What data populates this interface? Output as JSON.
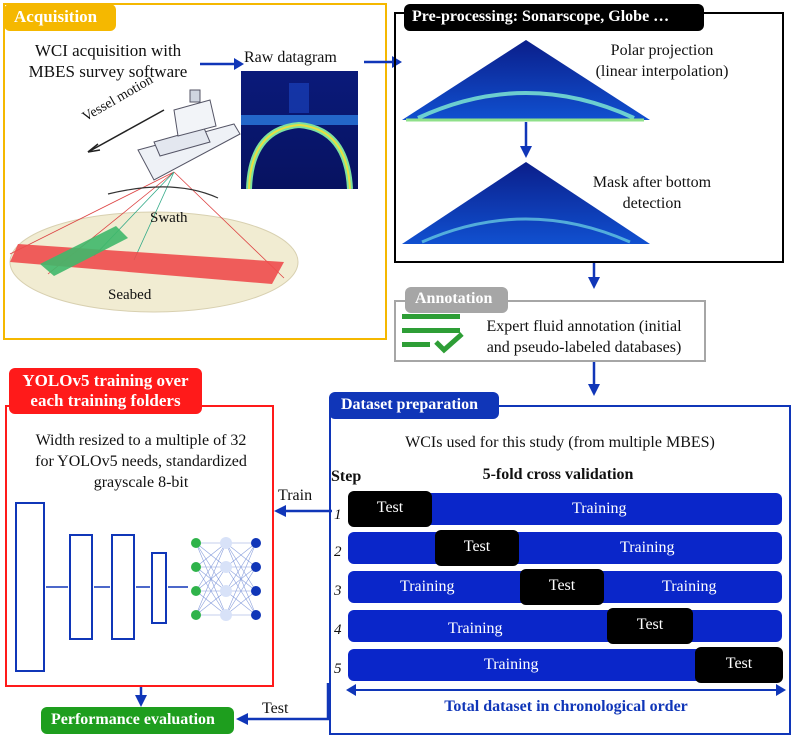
{
  "acquisition": {
    "header": "Acquisition",
    "description_line1": "WCI acquisition with",
    "description_line2": "MBES survey software",
    "raw_datagram_label": "Raw datagram",
    "vessel_motion_label": "Vessel motion",
    "swath_label": "Swath",
    "seabed_label": "Seabed"
  },
  "preprocessing": {
    "header": "Pre-processing: Sonarscope, Globe …",
    "polar_line1": "Polar projection",
    "polar_line2": "(linear interpolation)",
    "mask_line1": "Mask after bottom",
    "mask_line2": "detection"
  },
  "annotation": {
    "header": "Annotation",
    "text_line1": "Expert fluid annotation (initial",
    "text_line2": "and pseudo-labeled databases)"
  },
  "yolo": {
    "header_line1": "YOLOv5 training over",
    "header_line2": "each training folders",
    "text_line1": "Width resized to a multiple of 32",
    "text_line2": "for YOLOv5 needs, standardized",
    "text_line3": "grayscale 8-bit"
  },
  "dataset": {
    "header": "Dataset preparation",
    "subtitle": "WCIs used for this study (from multiple MBES)",
    "step_label": "Step",
    "cv_title": "5-fold cross validation",
    "train_arrow_label": "Train",
    "test_arrow_label": "Test",
    "footer": "Total dataset in chronological order",
    "folds": [
      {
        "step": "1",
        "test_label": "Test",
        "training_label": "Training"
      },
      {
        "step": "2",
        "test_label": "Test",
        "training_label": "Training"
      },
      {
        "step": "3",
        "test_label": "Test",
        "training_label_left": "Training",
        "training_label_right": "Training"
      },
      {
        "step": "4",
        "test_label": "Test",
        "training_label": "Training"
      },
      {
        "step": "5",
        "test_label": "Test",
        "training_label": "Training"
      }
    ]
  },
  "performance": {
    "label": "Performance evaluation"
  },
  "colors": {
    "acquisition": "#f5b800",
    "preprocessing": "#000000",
    "annotation": "#a6a6a6",
    "yolo": "#ff1a1a",
    "dataset": "#1036b8",
    "performance": "#1e9e1e",
    "arrow": "#1036b8"
  }
}
